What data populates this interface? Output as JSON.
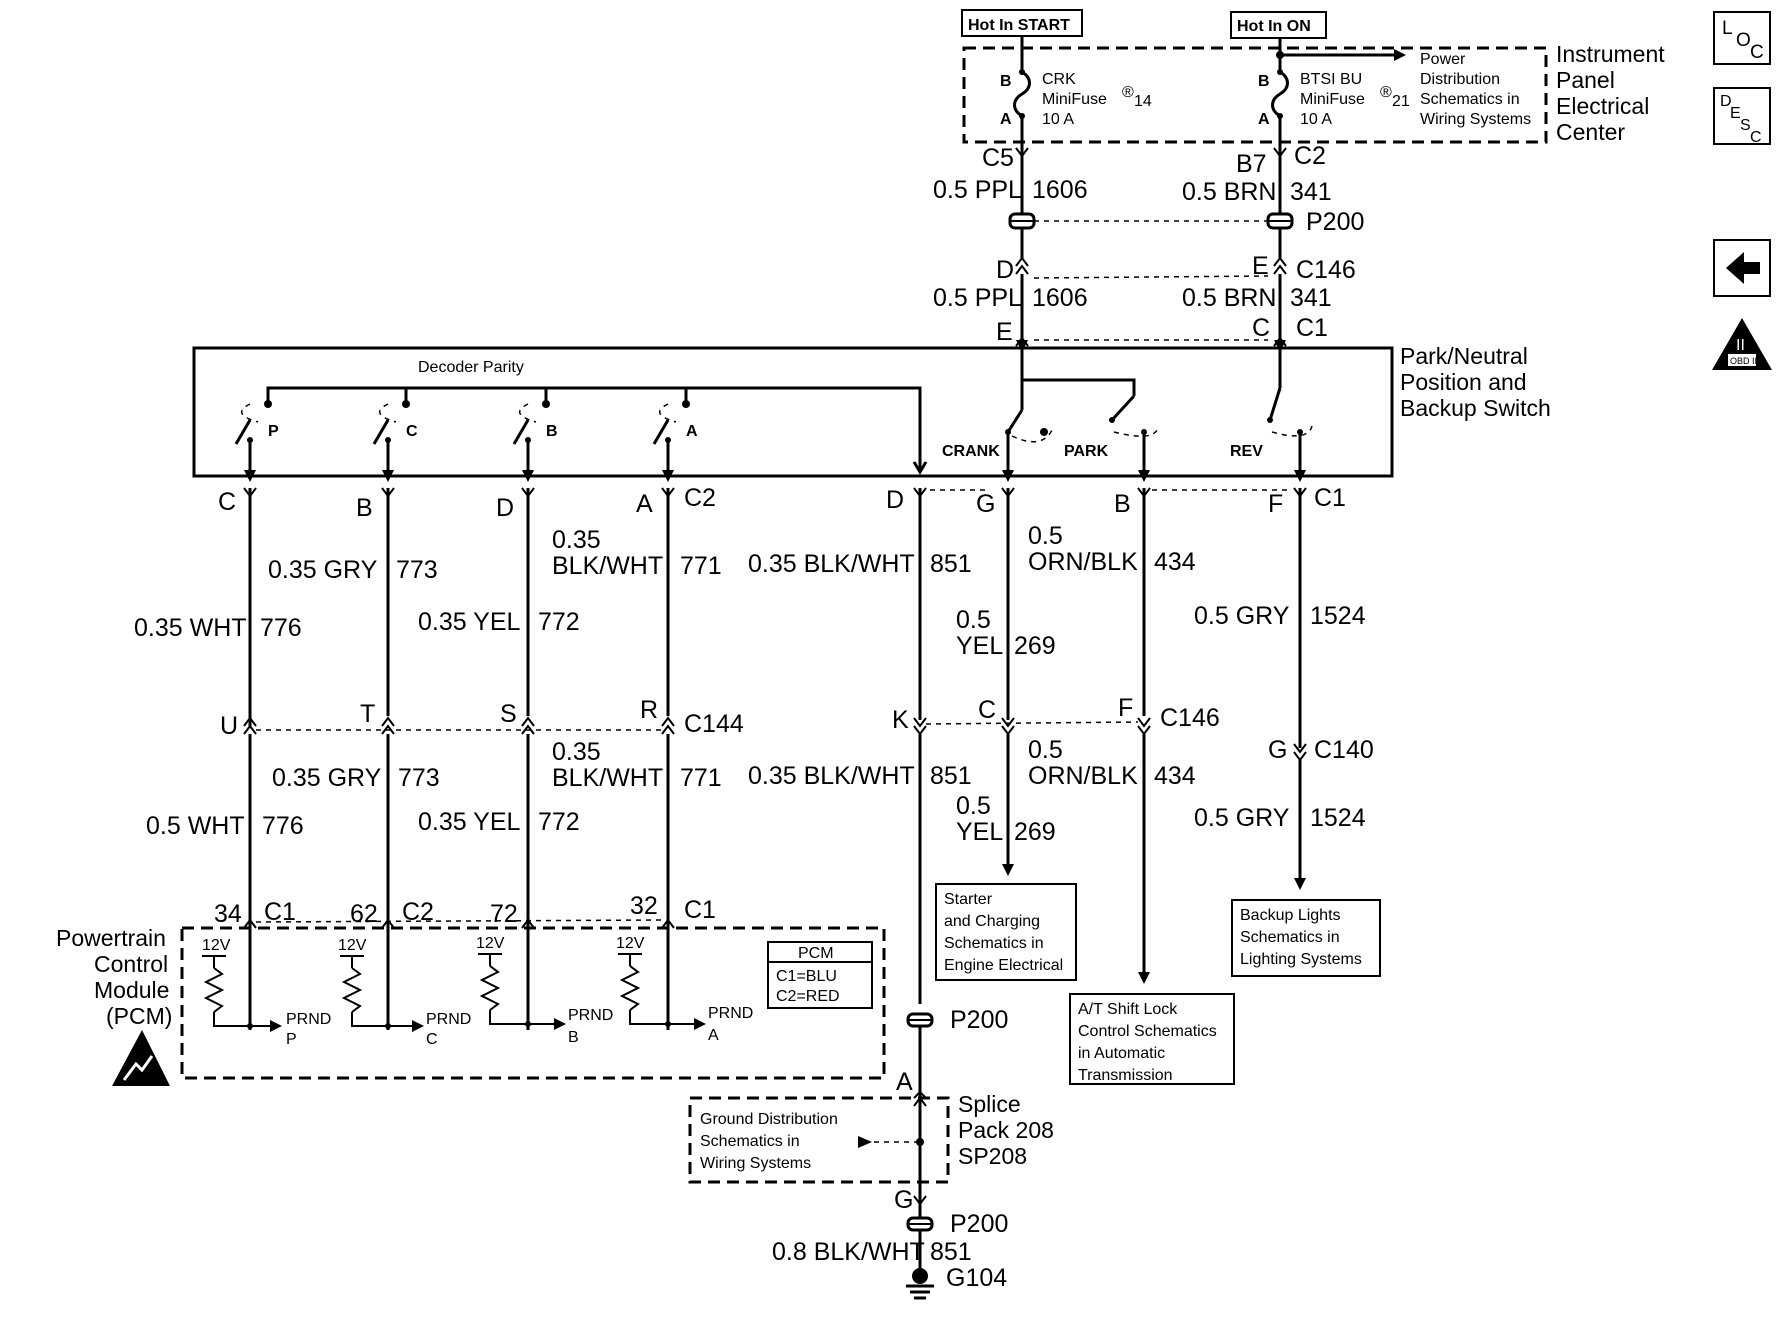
{
  "hot_start": "Hot In START",
  "hot_on": "Hot In ON",
  "ipec": {
    "l1": "Instrument",
    "l2": "Panel",
    "l3": "Electrical",
    "l4": "Center"
  },
  "fuse1": {
    "l1": "CRK",
    "l2": "MiniFuse",
    "num": "14",
    "l3": "10 A",
    "b": "B",
    "a": "A"
  },
  "fuse2": {
    "l1": "BTSI BU",
    "l2": "MiniFuse",
    "num": "21",
    "l3": "10 A",
    "b": "B",
    "a": "A"
  },
  "power_dist": {
    "l1": "Power",
    "l2": "Distribution",
    "l3": "Schematics in",
    "l4": "Wiring Systems"
  },
  "icons": {
    "loc": "loc-icon",
    "desc": "desc-icon",
    "back": "back-arrow-icon",
    "obd": "obd-ii-icon",
    "esd": "esd-warning-icon",
    "registered": "®"
  },
  "nav": {
    "loc_l": "L",
    "loc_o": "O",
    "loc_c": "C",
    "desc_d": "D",
    "desc_e": "E",
    "desc_s": "S",
    "desc_c": "C",
    "obd_ii": "II",
    "obd_label": "OBD II"
  },
  "top": {
    "c5": "C5",
    "b7": "B7",
    "c2": "C2",
    "w1606_size": "0.5 PPL",
    "w1606_num": "1606",
    "w341_size": "0.5 BRN",
    "w341_num": "341",
    "p200": "P200",
    "d": "D",
    "e_left": "E",
    "e_right": "E",
    "c146": "C146",
    "c": "C",
    "c1": "C1"
  },
  "switch": {
    "title_l1": "Park/Neutral",
    "title_l2": "Position and",
    "title_l3": "Backup Switch",
    "decoder": "Decoder Parity",
    "p": "P",
    "c": "C",
    "b": "B",
    "a": "A",
    "crank": "CRANK",
    "park": "PARK",
    "rev": "REV"
  },
  "switch_conn": {
    "c": "C",
    "b": "B",
    "d": "D",
    "a": "A",
    "c2": "C2",
    "d2": "D",
    "g": "G",
    "b2": "B",
    "f": "F",
    "c1": "C1"
  },
  "mid_wires": {
    "w773_size": "0.35 GRY",
    "w773_num": "773",
    "w771_size1": "0.35",
    "w771_size2": "BLK/WHT",
    "w771_num": "771",
    "w851_size": "0.35 BLK/WHT",
    "w851_num": "851",
    "w434_size1": "0.5",
    "w434_size2": "ORN/BLK",
    "w434_num": "434",
    "w776_size": "0.35 WHT",
    "w776_num": "776",
    "w772_size": "0.35 YEL",
    "w772_num": "772",
    "w269_size1": "0.5",
    "w269_size2": "YEL",
    "w269_num": "269",
    "w1524_size": "0.5 GRY",
    "w1524_num": "1524"
  },
  "c144_row": {
    "u": "U",
    "t": "T",
    "s": "S",
    "r": "R",
    "c144": "C144",
    "k": "K",
    "c": "C",
    "f": "F",
    "c146": "C146",
    "g": "G",
    "c140": "C140"
  },
  "low_wires": {
    "w773_size": "0.35 GRY",
    "w773_num": "773",
    "w771_size1": "0.35",
    "w771_size2": "BLK/WHT",
    "w771_num": "771",
    "w851_size": "0.35 BLK/WHT",
    "w851_num": "851",
    "w434_size1": "0.5",
    "w434_size2": "ORN/BLK",
    "w434_num": "434",
    "w776_size": "0.5 WHT",
    "w776_num": "776",
    "w772_size": "0.35 YEL",
    "w772_num": "772",
    "w269_size1": "0.5",
    "w269_size2": "YEL",
    "w269_num": "269",
    "w1524_size": "0.5 GRY",
    "w1524_num": "1524"
  },
  "pcm_conn": {
    "p34": "34",
    "c1a": "C1",
    "p62": "62",
    "c2": "C2",
    "p72": "72",
    "p32": "32",
    "c1b": "C1"
  },
  "pcm": {
    "l1": "Powertrain",
    "l2": "Control",
    "l3": "Module",
    "l4": "(PCM)",
    "v12": "12V",
    "prnd": "PRND",
    "p": "P",
    "c": "C",
    "b": "B",
    "a": "A",
    "legend_title": "PCM",
    "legend_c1": "C1=BLU",
    "legend_c2": "C2=RED"
  },
  "starter_box": {
    "l1": "Starter",
    "l2": "and Charging",
    "l3": "Schematics in",
    "l4": "Engine Electrical"
  },
  "shift_box": {
    "l1": "A/T Shift Lock",
    "l2": "Control Schematics",
    "l3": "in Automatic",
    "l4": "Transmission"
  },
  "backup_box": {
    "l1": "Backup Lights",
    "l2": "Schematics in",
    "l3": "Lighting Systems"
  },
  "ground": {
    "p200a": "P200",
    "a": "A",
    "splice_l1": "Splice",
    "splice_l2": "Pack 208",
    "splice_l3": "SP208",
    "gd_l1": "Ground Distribution",
    "gd_l2": "Schematics in",
    "gd_l3": "Wiring Systems",
    "g": "G",
    "p200b": "P200",
    "w851_size": "0.8 BLK/WHT",
    "w851_num": "851",
    "g104": "G104"
  }
}
